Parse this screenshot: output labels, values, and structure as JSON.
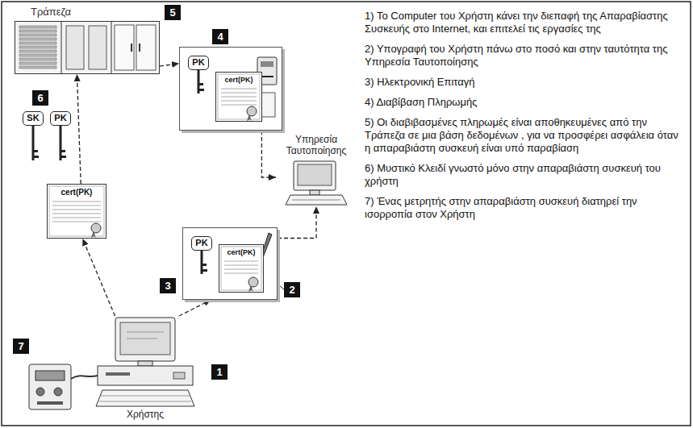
{
  "diagram": {
    "nodes": [
      {
        "text": [
          "Τράπεζα"
        ]
      },
      {
        "text": [
          "4"
        ]
      },
      {
        "text": [
          "PK"
        ],
        "in": 1
      },
      {
        "text": [
          "cert(PK)"
        ],
        "in": 1
      },
      {
        "text": [
          "Υπηρεσία Ταυτοποίησης"
        ]
      },
      {
        "text": [
          "SK"
        ]
      },
      {
        "text": [
          "PK"
        ]
      },
      {
        "text": [
          "cert(PK)"
        ]
      },
      {
        "text": [
          "3"
        ]
      },
      {
        "text": [
          "PK"
        ],
        "in": 8
      },
      {
        "text": [
          "cert(PK)"
        ],
        "in": 8
      },
      {
        "text": [
          "Χρήστης"
        ]
      }
    ],
    "edges": [
      {
        "from": 0,
        "to": 1,
        "arrow": "to"
      },
      {
        "from": 1,
        "to": 4,
        "arrow": "to"
      },
      {
        "from": 11,
        "to": 8,
        "arrow": "to"
      },
      {
        "from": 8,
        "to": 4,
        "arrow": "to"
      },
      {
        "from": 11,
        "to": 7,
        "arrow": "to"
      },
      {
        "from": 7,
        "to": 0,
        "arrow": "to"
      }
    ],
    "labels": [
      "5",
      "6",
      "2",
      "7",
      "1",
      "1) Το Computer του Χρήστη κάνει την διεπαφή της Απαραβίαστης Συσκευής στο Internet, και επιτελεί τις εργασίες της",
      "2) Υπογραφή του Χρήστη πάνω στο ποσό και στην ταυτότητα της Υπηρεσία Ταυτοποίησης",
      "3) Ηλεκτρονική Επιταγή",
      "4) Διαβίβαση Πληρωμής",
      "5) Οι διαβιβασμένες πληρωμές είναι αποθηκευμένες από την Τράπεζα σε μια βάση δεδομένων , για να προσφέρει ασφάλεια όταν η απαραβιάστη συσκευή είναι υπό παραβίαση",
      "6) Μυστικό Κλειδί γνωστό μόνο στην απαραβιάστη συσκευή του χρήστη",
      "7) Ένας μετρητής στην απαραβιάστη συσκευή διατηρεί την ισορροπία στον Χρήστη"
    ]
  }
}
